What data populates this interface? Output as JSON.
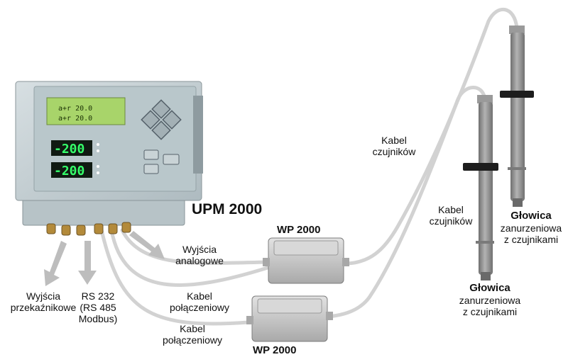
{
  "controller": {
    "name": "UPM 2000",
    "display_value_1": "-200",
    "display_value_2": "-200"
  },
  "boxes": {
    "box1": "WP 2000",
    "box2": "WP 2000"
  },
  "labels": {
    "relay_outputs": [
      "Wyjścia",
      "przekaźnikowe"
    ],
    "rs232": [
      "RS 232",
      "(RS 485",
      "Modbus)"
    ],
    "analog_outputs": [
      "Wyjścia",
      "analogowe"
    ],
    "connection_cable_1": [
      "Kabel",
      "połączeniowy"
    ],
    "connection_cable_2": [
      "Kabel",
      "połączeniowy"
    ],
    "sensor_cable_1": [
      "Kabel",
      "czujników"
    ],
    "sensor_cable_2": [
      "Kabel",
      "czujników"
    ],
    "head_right": [
      "Głowica",
      "zanurzeniowa",
      "z czujnikami"
    ],
    "head_left": [
      "Głowica",
      "zanurzeniowa",
      "z czujnikami"
    ]
  },
  "colors": {
    "cable": "#d2d2d2",
    "controller_body": "#c9d2d6",
    "controller_panel": "#b9c7cb",
    "lcd": "#a8d46a",
    "led_digits": "#35ff6a",
    "led_bg": "#101a12",
    "box": "#c8c8c8",
    "probe": "#8c8c8c",
    "arrow": "#bdbdbd"
  }
}
